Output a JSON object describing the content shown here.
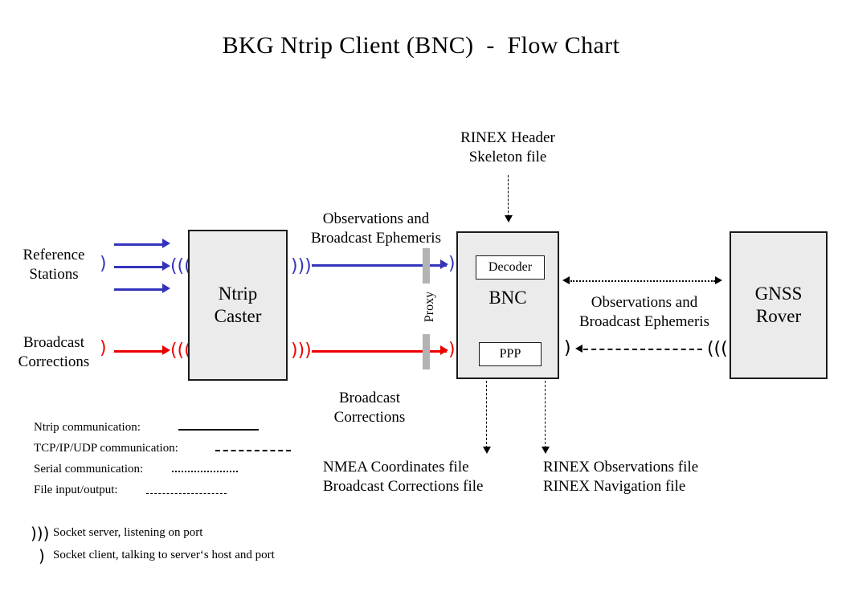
{
  "title": "BKG Ntrip Client (BNC)  -  Flow Chart",
  "nodes": {
    "caster": "Ntrip\nCaster",
    "bnc": "BNC",
    "bnc_decoder": "Decoder",
    "bnc_ppp": "PPP",
    "rover": "GNSS\nRover"
  },
  "labels": {
    "reference_stations": "Reference\nStations",
    "broadcast_corrections_in": "Broadcast\nCorrections",
    "obs_and_eph_left": "Observations and\nBroadcast Ephemeris",
    "broadcast_corrections_mid": "Broadcast\nCorrections",
    "proxy": "Proxy",
    "rinex_header": "RINEX Header\nSkeleton file",
    "obs_and_eph_right": "Observations and\nBroadcast Ephemeris",
    "nmea_out": "NMEA Coordinates file\nBroadcast Corrections file",
    "rinex_out": "RINEX Observations file\nRINEX Navigation file"
  },
  "legend": {
    "lines": [
      {
        "label": "Ntrip communication:",
        "style": "solid"
      },
      {
        "label": "TCP/IP/UDP communication:",
        "style": "dashed"
      },
      {
        "label": "Serial communication:",
        "style": "dotted"
      },
      {
        "label": "File input/output:",
        "style": "fine-dashed"
      }
    ],
    "sockets": [
      {
        "glyph": "socket-server-icon",
        "label": "Socket server, listening on port"
      },
      {
        "glyph": "socket-client-icon",
        "label": "Socket client, talking to server‘s host and port"
      }
    ]
  },
  "colors": {
    "ntrip_observations": "#3333bb",
    "ntrip_corrections": "#ee0000",
    "box_fill": "#ebebeb",
    "box_border": "#1a1a1a",
    "proxy_bar": "#b3b3b3",
    "background": "#ffffff"
  },
  "glyphs": {
    "socket_server": ")))",
    "socket_client": ")"
  }
}
